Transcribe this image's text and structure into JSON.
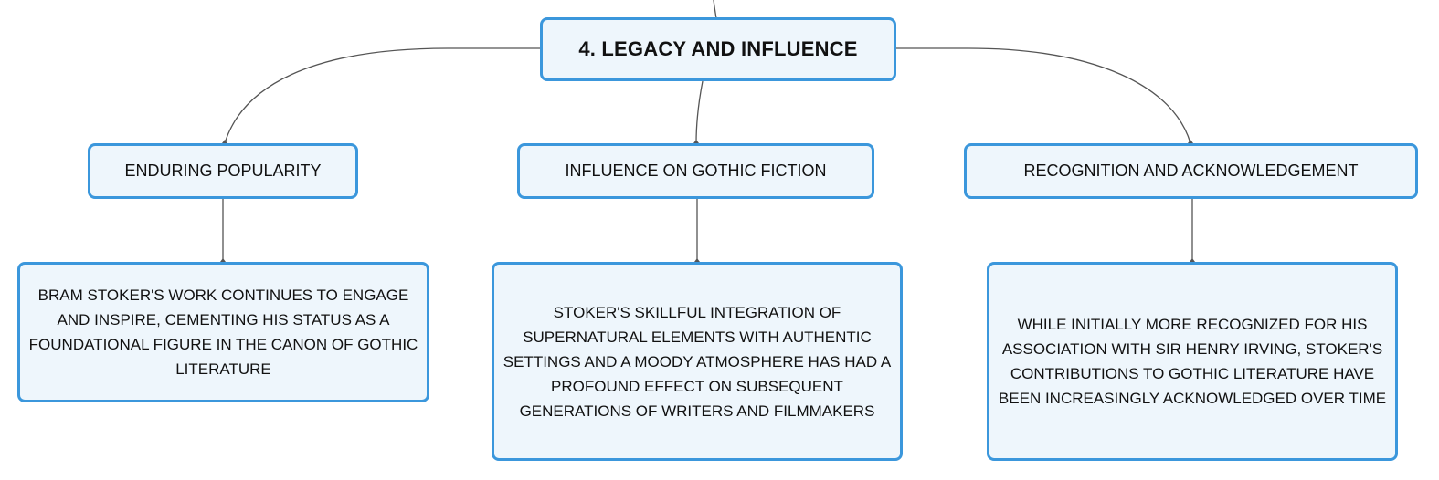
{
  "diagram": {
    "root": {
      "label": "4. LEGACY AND INFLUENCE"
    },
    "branches": [
      {
        "label": "ENDURING POPULARITY",
        "detail": "BRAM STOKER'S WORK CONTINUES TO ENGAGE AND INSPIRE, CEMENTING HIS STATUS AS A FOUNDATIONAL FIGURE IN THE CANON OF GOTHIC LITERATURE"
      },
      {
        "label": "INFLUENCE ON GOTHIC FICTION",
        "detail": "STOKER'S SKILLFUL INTEGRATION OF SUPERNATURAL ELEMENTS WITH AUTHENTIC SETTINGS AND A MOODY ATMOSPHERE HAS HAD A PROFOUND EFFECT ON SUBSEQUENT GENERATIONS OF WRITERS AND FILMMAKERS"
      },
      {
        "label": "RECOGNITION AND ACKNOWLEDGEMENT",
        "detail": "WHILE INITIALLY MORE RECOGNIZED FOR HIS ASSOCIATION WITH SIR HENRY IRVING, STOKER'S CONTRIBUTIONS TO GOTHIC LITERATURE HAVE BEEN INCREASINGLY ACKNOWLEDGED OVER TIME"
      }
    ]
  },
  "colors": {
    "node_border": "#3b97dc",
    "node_fill": "#eef6fc",
    "connector": "#555555",
    "text": "#111111"
  }
}
